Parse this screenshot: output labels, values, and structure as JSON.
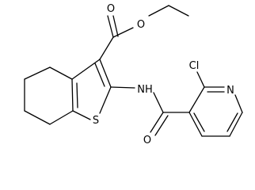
{
  "structure": {
    "background": "#ffffff",
    "ink_color": "#000000",
    "atoms": {
      "carbonyl_oxygen_ester": "O",
      "ether_oxygen_ester": "O",
      "thiophene_sulfur": "S",
      "amide_nitrogen": "NH",
      "amide_oxygen": "O",
      "chlorine": "Cl",
      "pyridine_nitrogen": "N"
    }
  }
}
